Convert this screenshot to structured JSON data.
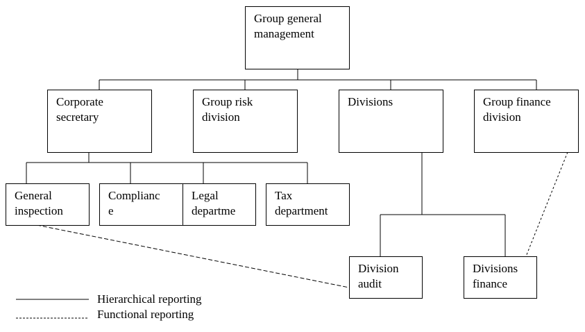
{
  "diagram": {
    "type": "organizational-chart",
    "nodes": {
      "top": "Group general\nmanagement",
      "corporate_secretary": "Corporate\nsecretary",
      "group_risk": "Group risk\ndivision",
      "divisions": "Divisions",
      "group_finance": "Group finance\ndivision",
      "general_inspection": "General\ninspection",
      "compliance": "Complianc\ne",
      "legal": "Legal\ndepartme",
      "tax": "Tax\ndepartment",
      "division_audit": "Division\naudit",
      "divisions_finance": "Divisions\nfinance"
    },
    "legend": {
      "hierarchical": "Hierarchical reporting",
      "functional": "Functional reporting"
    }
  }
}
